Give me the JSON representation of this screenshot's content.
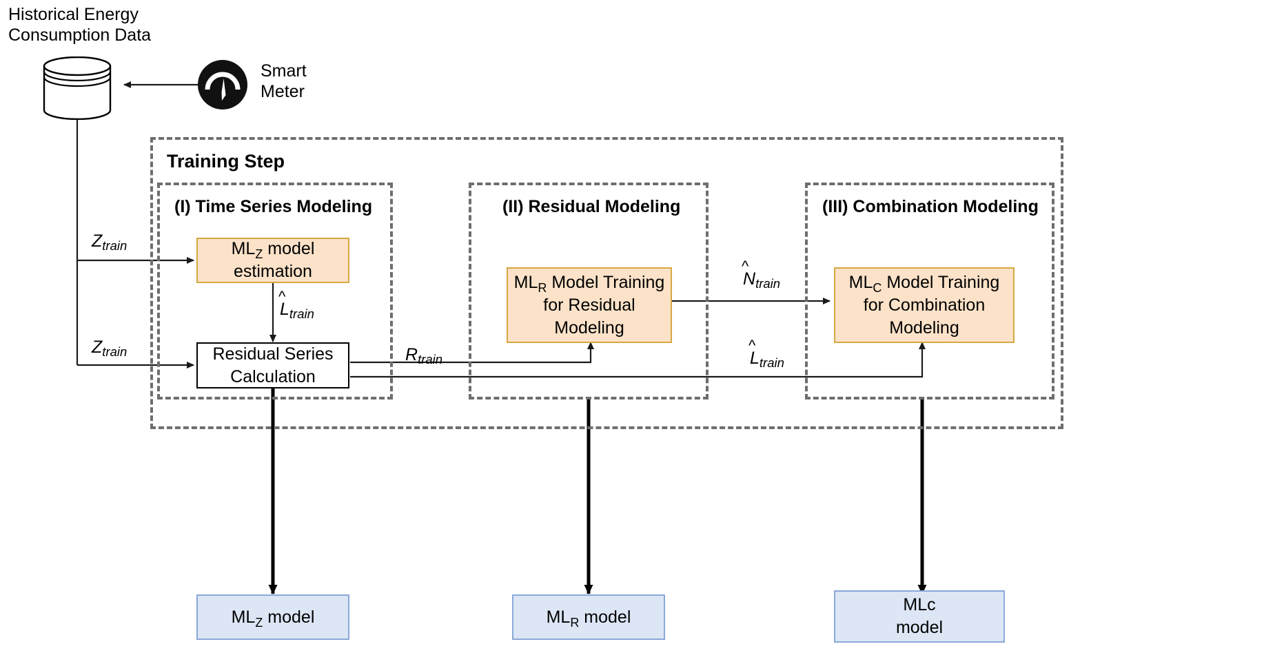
{
  "diagram": {
    "title": "Training Step",
    "source": {
      "label": "Historical Energy\nConsumption Data",
      "icon": "database-cylinder-icon"
    },
    "device": {
      "label": "Smart\nMeter",
      "icon": "smart-meter-gauge-icon"
    },
    "sections": [
      {
        "id": "I",
        "title": "(I) Time Series Modeling"
      },
      {
        "id": "II",
        "title": "(II) Residual Modeling"
      },
      {
        "id": "III",
        "title": "(III) Combination Modeling"
      }
    ],
    "process_boxes": [
      {
        "id": "ml-z-estimation",
        "text": "ML_Z model\nestimation",
        "fill": "#fbe2c8",
        "stroke": "#d6a841"
      },
      {
        "id": "residual-series",
        "text": "Residual Series\nCalculation",
        "fill": "#ffffff",
        "stroke": "#000000"
      },
      {
        "id": "ml-r-training",
        "text": "ML_R Model Training\nfor Residual\nModeling",
        "fill": "#fbe2c8",
        "stroke": "#d6a841"
      },
      {
        "id": "ml-c-training",
        "text": "ML_C Model Training\nfor Combination\nModeling",
        "fill": "#fbe2c8",
        "stroke": "#d6a841"
      }
    ],
    "output_boxes": [
      {
        "id": "ml-z-model",
        "text": "ML_Z model",
        "fill": "#dce6f5",
        "stroke": "#8aa8d8"
      },
      {
        "id": "ml-r-model",
        "text": "ML_R model",
        "fill": "#dce6f5",
        "stroke": "#8aa8d8"
      },
      {
        "id": "ml-c-model",
        "text": "MLc\nmodel",
        "fill": "#dce6f5",
        "stroke": "#8aa8d8"
      }
    ],
    "edge_labels": [
      {
        "id": "z-train-top",
        "base": "Z",
        "sub": "train",
        "hat": false
      },
      {
        "id": "z-train-bottom",
        "base": "Z",
        "sub": "train",
        "hat": false
      },
      {
        "id": "l-hat-train-1",
        "base": "L",
        "sub": "train",
        "hat": true
      },
      {
        "id": "r-train",
        "base": "R",
        "sub": "train",
        "hat": false
      },
      {
        "id": "n-hat-train",
        "base": "N",
        "sub": "train",
        "hat": true
      },
      {
        "id": "l-hat-train-2",
        "base": "L",
        "sub": "train",
        "hat": true
      }
    ],
    "colors": {
      "process_fill": "#fbe2c8",
      "process_stroke": "#d6a841",
      "output_fill": "#dce6f5",
      "output_stroke": "#8aa8d8",
      "group_border": "#6e6e6e",
      "line": "#1a1a1a"
    }
  }
}
